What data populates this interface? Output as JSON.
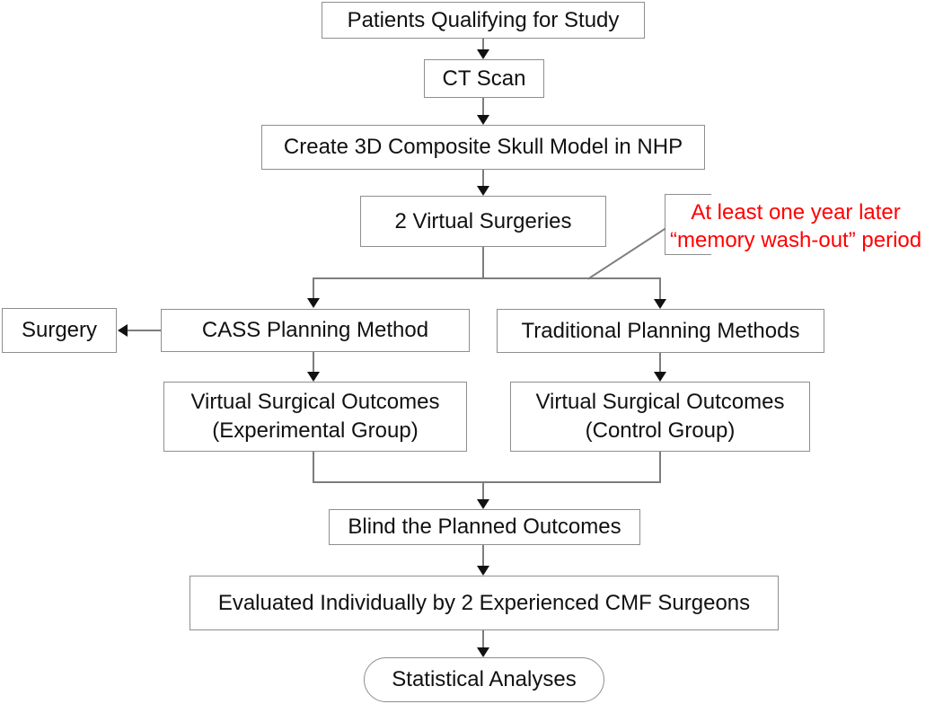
{
  "diagram": {
    "nodes": {
      "patients": "Patients Qualifying for Study",
      "ct_scan": "CT Scan",
      "skull_model": "Create 3D Composite Skull Model in NHP",
      "virtual_surgeries": "2 Virtual Surgeries",
      "surgery": "Surgery",
      "cass": "CASS Planning Method",
      "traditional": "Traditional Planning Methods",
      "outcomes_experimental": {
        "line1": "Virtual Surgical Outcomes",
        "line2": "(Experimental Group)"
      },
      "outcomes_control": {
        "line1": "Virtual Surgical Outcomes",
        "line2": "(Control Group)"
      },
      "blind": "Blind the Planned Outcomes",
      "evaluated": "Evaluated Individually by 2 Experienced CMF Surgeons",
      "statistical_analyses": "Statistical Analyses"
    },
    "annotation": {
      "line1": "At least one year later",
      "line2": "“memory wash-out” period"
    },
    "colors": {
      "border": "#8e8e8e",
      "line": "#7d7d7d",
      "arrow": "#111111",
      "text": "#111111",
      "note": "#ff0000",
      "background": "#ffffff"
    }
  }
}
